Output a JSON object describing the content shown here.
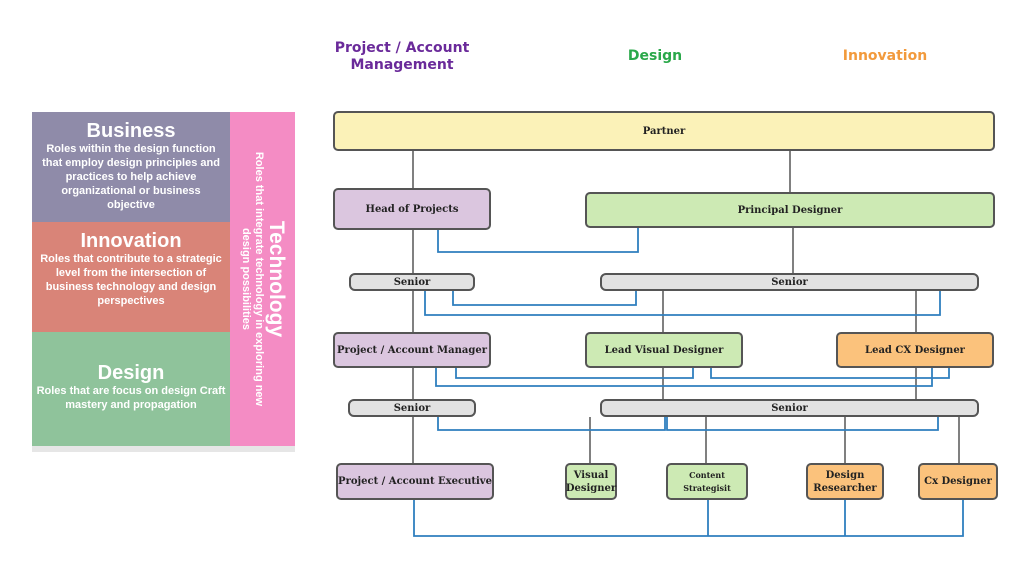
{
  "columns": {
    "project": "Project / Account Management",
    "design": "Design",
    "innovation": "Innovation"
  },
  "colors": {
    "project": "#6a2a9a",
    "design": "#2aa84a",
    "innovation": "#f29a3c",
    "connector": "#2f7fbf"
  },
  "legend": {
    "business": {
      "title": "Business",
      "desc": "Roles within the design function that employ design principles and practices to help achieve organizational or business objective"
    },
    "innovation": {
      "title": "Innovation",
      "desc": "Roles  that contribute to a strategic level from the intersection of business technology and design perspectives"
    },
    "design": {
      "title": "Design",
      "desc": "Roles that are focus on design Craft mastery and propagation"
    },
    "technology": {
      "title": "Technology",
      "desc": "Roles that integrate technology in exploring new design possibilities"
    }
  },
  "nodes": {
    "partner": "Partner",
    "head_projects": "Head of Projects",
    "principal_designer": "Principal Designer",
    "senior_1a": "Senior",
    "senior_1b": "Senior",
    "pam_manager": "Project / Account Manager",
    "lead_visual": "Lead Visual Designer",
    "lead_cx": "Lead CX Designer",
    "senior_2a": "Senior",
    "senior_2b": "Senior",
    "pam_exec": "Project / Account Executive",
    "visual_designer": "Visual Designer",
    "content_strategist": "Content Strategisit",
    "design_researcher": "Design Researcher",
    "cx_designer": "Cx Designer"
  }
}
